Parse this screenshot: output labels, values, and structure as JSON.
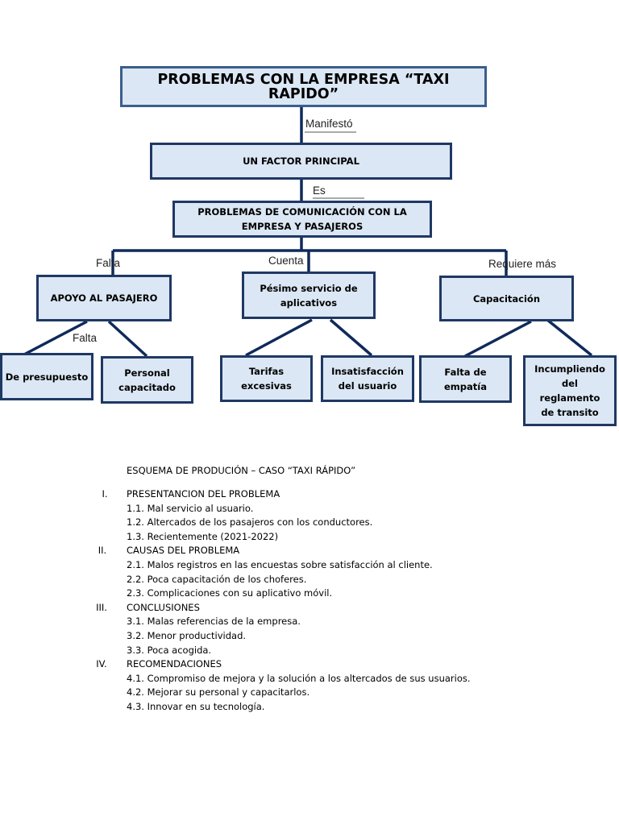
{
  "diagram": {
    "title": "PROBLEMAS CON LA EMPRESA “TAXI RAPIDO”",
    "edge_labels": {
      "manifesto": "Manifestó",
      "es": "Es",
      "falta_1": "Falta",
      "cuenta": "Cuenta",
      "requiere": "Requiere más",
      "falta_2": "Falta"
    },
    "nodes": {
      "factor": "UN FACTOR PRINCIPAL",
      "comunicacion": "PROBLEMAS DE COMUNICACIÓN CON LA EMPRESA Y PASAJEROS",
      "apoyo": "APOYO AL PASAJERO",
      "servicio": "Pésimo servicio de aplicativos",
      "capacitacion": "Capacitación",
      "presupuesto": "De presupuesto",
      "personal": "Personal capacitado",
      "tarifas": "Tarifas excesivas",
      "insatisfaccion": "Insatisfacción del usuario",
      "empatia": "Falta de empatía",
      "reglamento": "Incumpliendo del reglamento de transito"
    }
  },
  "outline": {
    "heading": "ESQUEMA DE PRODUCIÓN – CASO “TAXI RÁPIDO”",
    "sections": [
      {
        "num": "I.",
        "title": "PRESENTANCION DEL PROBLEMA",
        "items": [
          "1.1. Mal servicio al usuario.",
          "1.2. Altercados de los pasajeros con los conductores.",
          "1.3. Recientemente (2021-2022)"
        ]
      },
      {
        "num": "II.",
        "title": "CAUSAS DEL PROBLEMA",
        "items": [
          "2.1. Malos registros en las encuestas sobre satisfacción al cliente.",
          "2.2. Poca capacitación de los choferes.",
          "2.3. Complicaciones con su aplicativo móvil."
        ]
      },
      {
        "num": "III.",
        "title": "CONCLUSIONES",
        "items": [
          "3.1. Malas referencias de la empresa.",
          "3.2. Menor productividad.",
          "3.3. Poca acogida."
        ]
      },
      {
        "num": "IV.",
        "title": "RECOMENDACIONES",
        "items": [
          "4.1. Compromiso de mejora y la solución a los altercados de sus usuarios.",
          "4.2. Mejorar su personal y capacitarlos.",
          "4.3. Innovar en su tecnología."
        ]
      }
    ]
  }
}
